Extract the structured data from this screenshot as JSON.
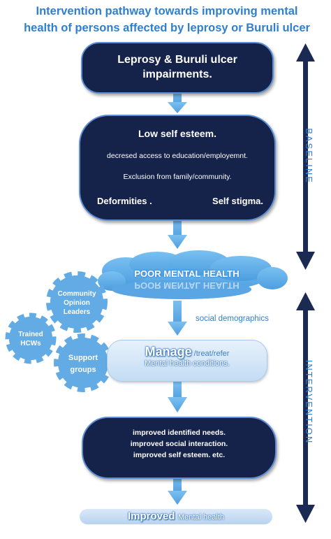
{
  "title": {
    "line1": "Intervention pathway towards improving mental",
    "line2": "health of persons affected by leprosy or Buruli ulcer"
  },
  "box_impairments": {
    "line1": "Leprosy & Buruli ulcer",
    "line2": "impairments."
  },
  "box_baseline_factors": {
    "heading": "Low self esteem.",
    "item1": "decresed access to education/employemnt.",
    "item2": "Exclusion from family/community.",
    "left_bottom": "Deformities .",
    "right_bottom": "Self stigma."
  },
  "cloud": {
    "label": "POOR MENTAL HEALTH"
  },
  "social_demographics": "social demographics",
  "gears": [
    {
      "line1": "Community",
      "line2": "Opinion",
      "line3": "Leaders"
    },
    {
      "line1": "Trained",
      "line2": "HCWs"
    },
    {
      "line1": "Support",
      "line2": "groups"
    }
  ],
  "manage_box": {
    "main": "Manage",
    "suffix": " /treat/refer",
    "line2": "Mental health conditions."
  },
  "outcomes_box": {
    "line1": "improved  identified  needs.",
    "line2": "improved social interaction.",
    "line3": "improved self esteem.  etc."
  },
  "improved_bar": {
    "main": "Improved",
    "rest": "Mental health"
  },
  "side_labels": {
    "baseline": "BASELINE",
    "intervention": "INTERVENTION"
  },
  "colors": {
    "navy": "#15224a",
    "accent_blue": "#2f7fd1",
    "arrow_blue": "#63aee8",
    "gear_blue": "#62abe4",
    "side_arrow": "#1b2a52"
  }
}
